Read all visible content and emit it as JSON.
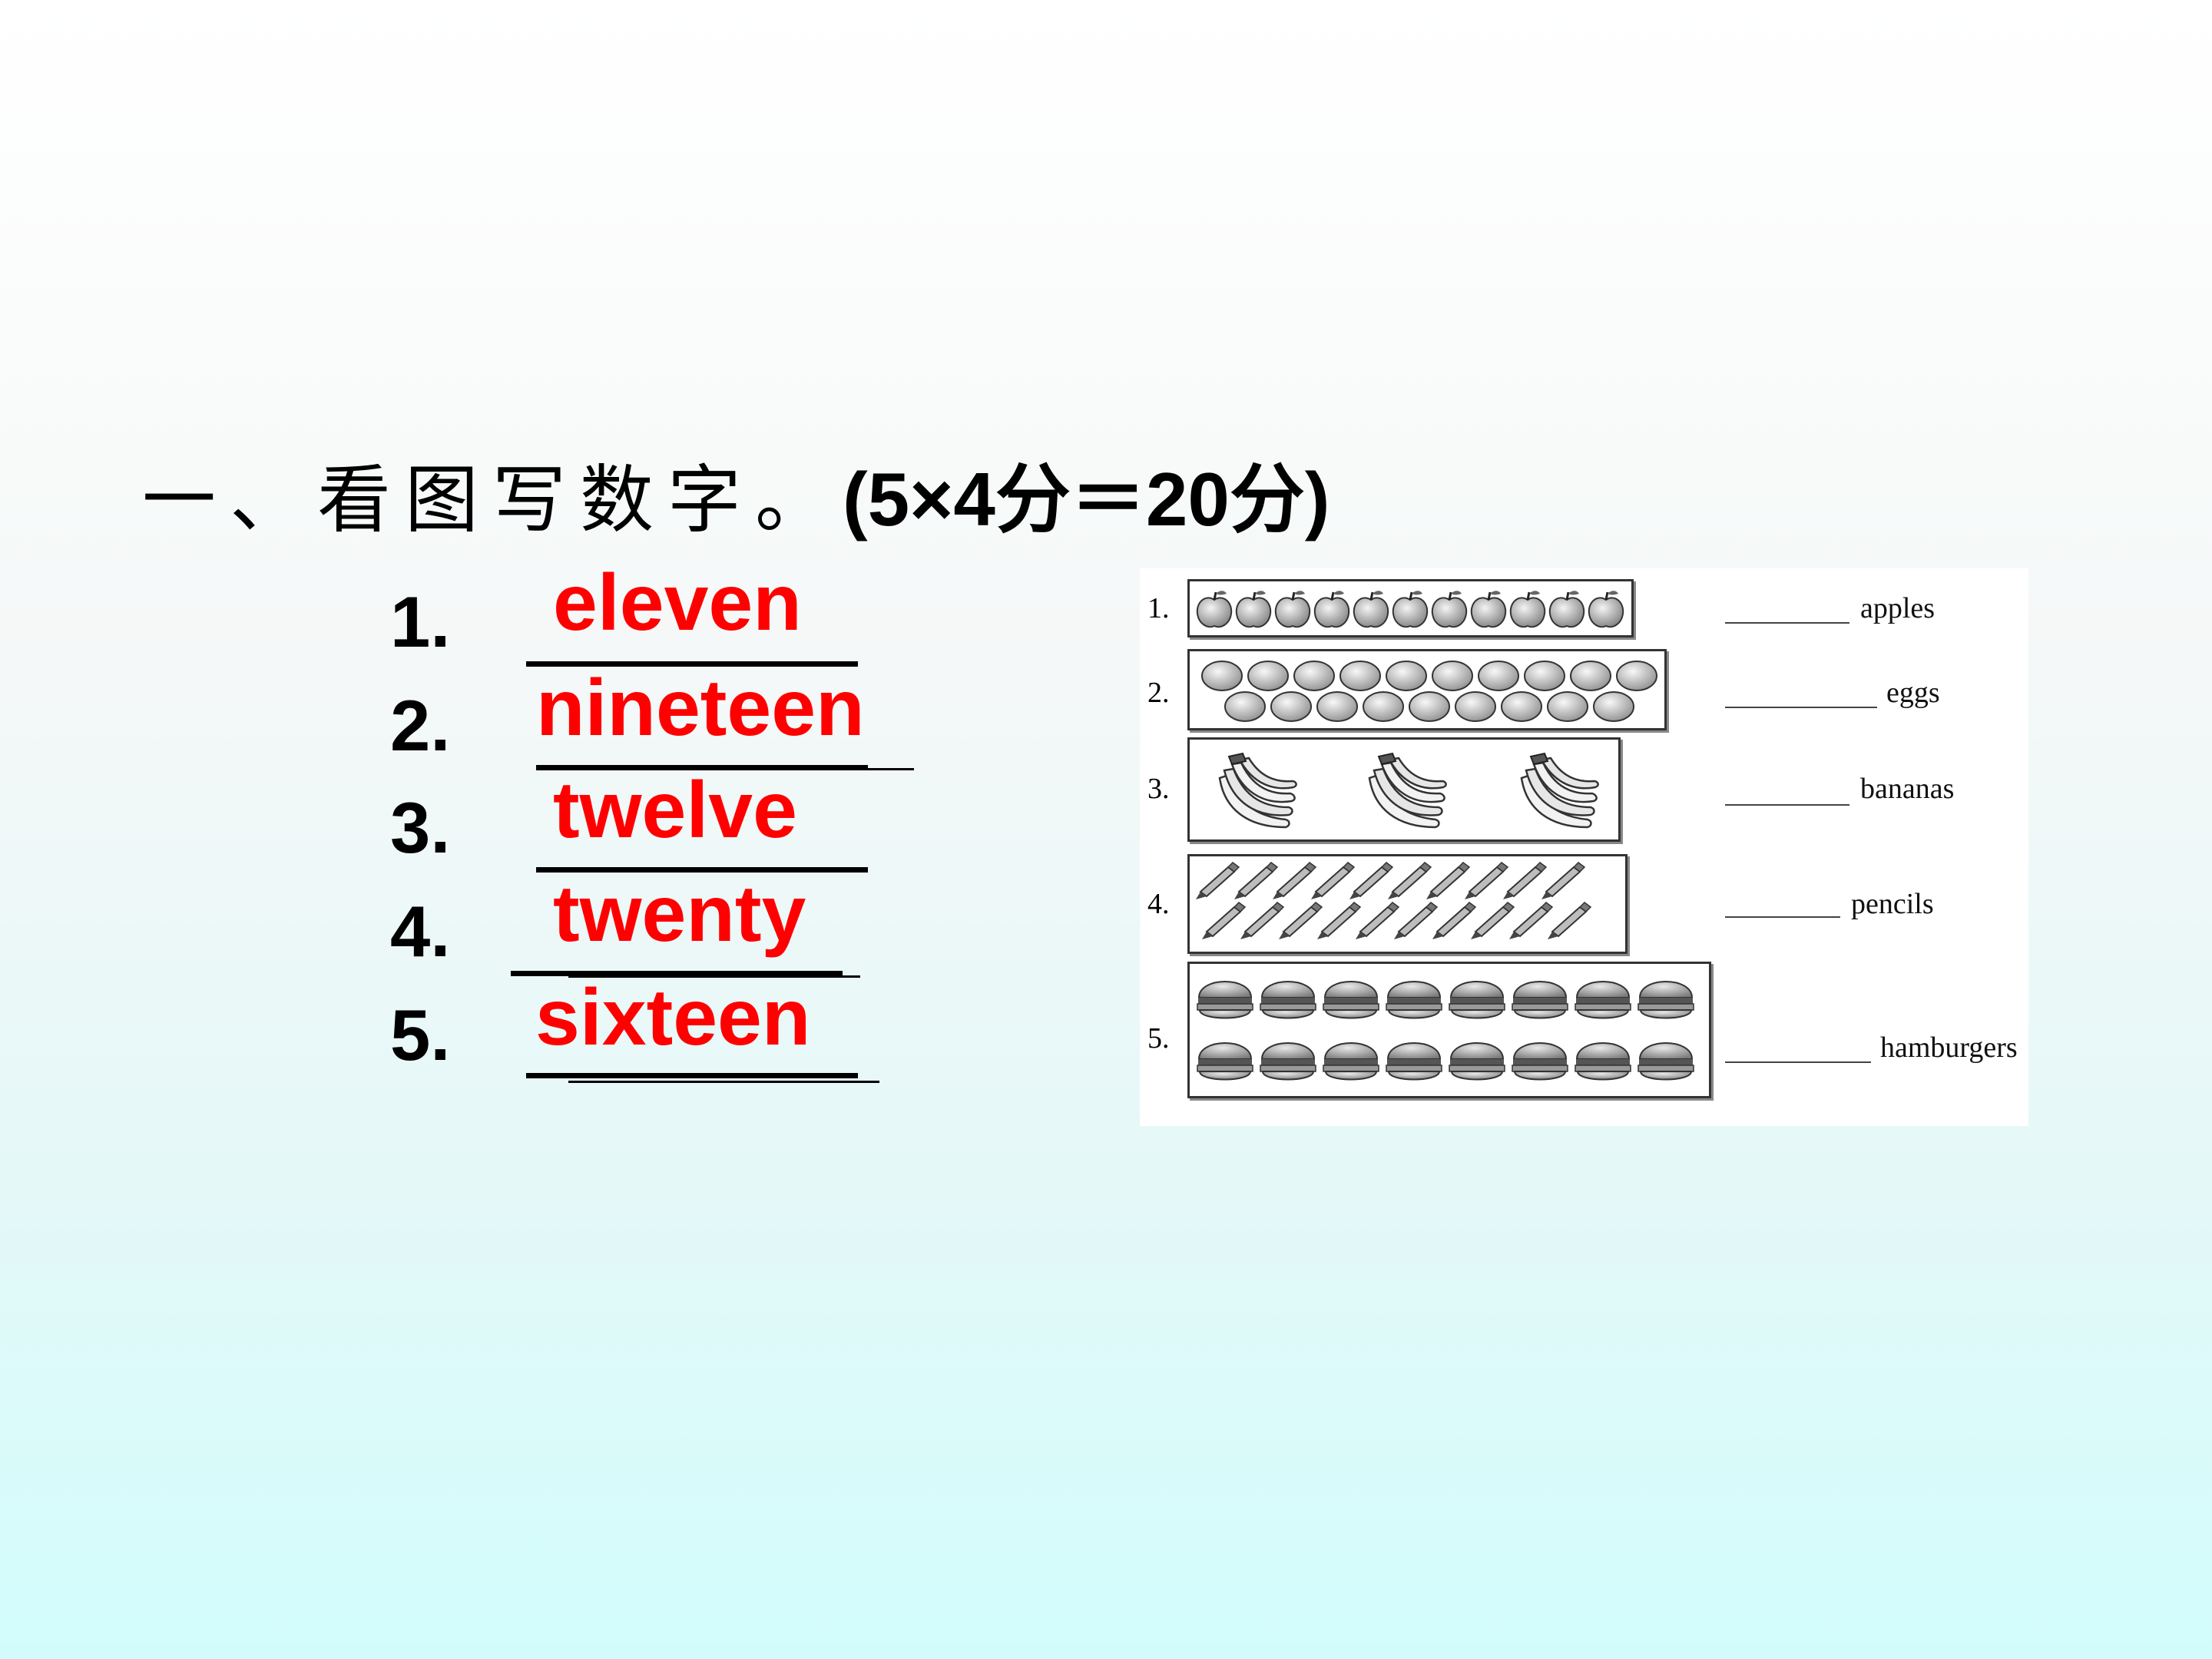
{
  "exercise": {
    "title_cn": "一、看图写数字。",
    "score": "(5×4分＝20分)"
  },
  "answers": [
    {
      "num": "1.",
      "word": "eleven"
    },
    {
      "num": "2.",
      "word": "nineteen"
    },
    {
      "num": "3.",
      "word": "twelve"
    },
    {
      "num": "4.",
      "word": "twenty"
    },
    {
      "num": "5.",
      "word": "sixteen"
    }
  ],
  "worksheet": {
    "rows": [
      {
        "num": "1.",
        "label": "apples",
        "count": 11,
        "icon": "apple-icon"
      },
      {
        "num": "2.",
        "label": "eggs",
        "count": 19,
        "icon": "egg-icon"
      },
      {
        "num": "3.",
        "label": "bananas",
        "count": 3,
        "icon": "banana-bunch-icon"
      },
      {
        "num": "4.",
        "label": "pencils",
        "count": 20,
        "icon": "pencil-icon"
      },
      {
        "num": "5.",
        "label": "hamburgers",
        "count": 16,
        "icon": "hamburger-icon"
      }
    ]
  },
  "colors": {
    "answer": "#ff0000",
    "text": "#000000"
  }
}
